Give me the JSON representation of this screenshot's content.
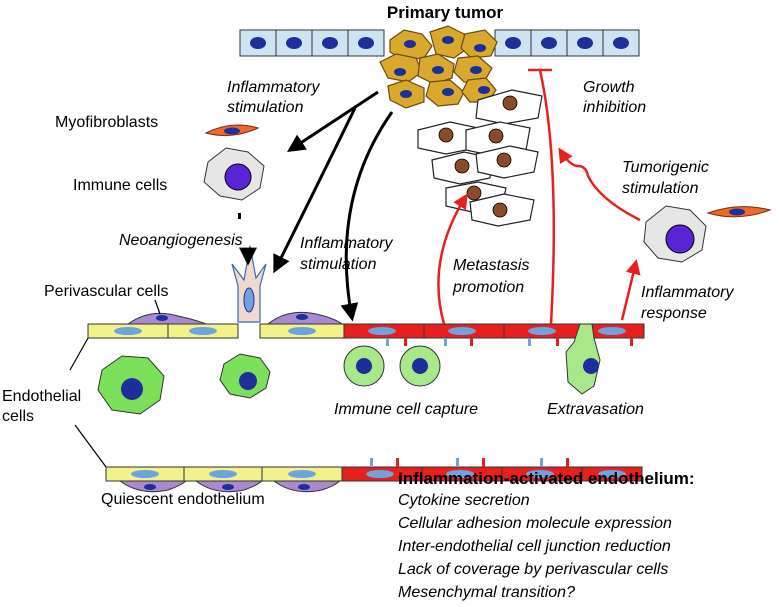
{
  "title": "Primary tumor",
  "labels": {
    "myofibroblasts": "Myofibroblasts",
    "immune_cells": "Immune cells",
    "perivascular_cells": "Perivascular cells",
    "endothelial_cells_1": "Endothelial",
    "endothelial_cells_2": "cells",
    "quiescent_endothelium": "Quiescent endothelium",
    "immune_cell_capture": "Immune cell capture",
    "extravasation": "Extravasation"
  },
  "processes": {
    "inflammatory_stimulation_top_1": "Inflammatory",
    "inflammatory_stimulation_top_2": "stimulation",
    "neoangiogenesis": "Neoangiogenesis",
    "inflammatory_stimulation_mid_1": "Inflammatory",
    "inflammatory_stimulation_mid_2": "stimulation",
    "metastasis_promotion_1": "Metastasis",
    "metastasis_promotion_2": "promotion",
    "growth_inhibition_1": "Growth",
    "growth_inhibition_2": "inhibition",
    "tumorigenic_stimulation_1": "Tumorigenic",
    "tumorigenic_stimulation_2": "stimulation",
    "inflammatory_response_1": "Inflammatory",
    "inflammatory_response_2": "response"
  },
  "activated": {
    "heading": "Inflammation-activated endothelium:",
    "items": [
      "Cytokine secretion",
      "Cellular adhesion molecule expression",
      "Inter-endothelial cell junction reduction",
      "Lack of coverage by perivascular cells",
      "Mesenchymal transition?"
    ]
  },
  "colors": {
    "tumor": "#d9a92e",
    "epithelium": "#cfe3f2",
    "nucleus": "#1e2f9c",
    "quiescent_endo": "#f1f28a",
    "activated_endo": "#e8201d",
    "endo_nucleus": "#6fa3e0",
    "perivascular": "#a98ad1",
    "immune": "#7de05a",
    "myofibroblast": "#ee6a2c",
    "arrow_black": "#000000",
    "arrow_red": "#e8201d"
  }
}
